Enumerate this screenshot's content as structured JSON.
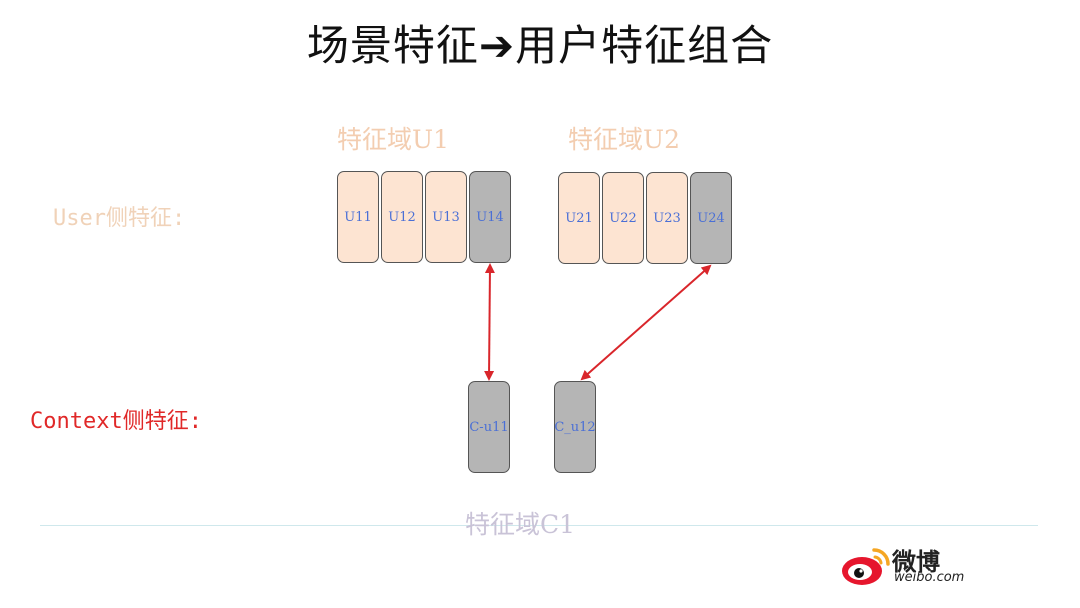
{
  "title": "场景特征➔用户特征组合",
  "user_row": {
    "label": "User侧特征:",
    "color": "#f0d2b8"
  },
  "context_row": {
    "label": "Context侧特征:",
    "color": "#e02828"
  },
  "groups": {
    "u1": {
      "label": "特征域U1",
      "boxes": [
        "U11",
        "U12",
        "U13",
        "U14"
      ]
    },
    "u2": {
      "label": "特征域U2",
      "boxes": [
        "U21",
        "U22",
        "U23",
        "U24"
      ]
    },
    "c1": {
      "label": "特征域C1",
      "boxes": [
        "C-u11",
        "C_u12"
      ]
    }
  },
  "arrow_color": "#d9262b",
  "logo": {
    "cn": "微博",
    "en": "weibo.com"
  }
}
